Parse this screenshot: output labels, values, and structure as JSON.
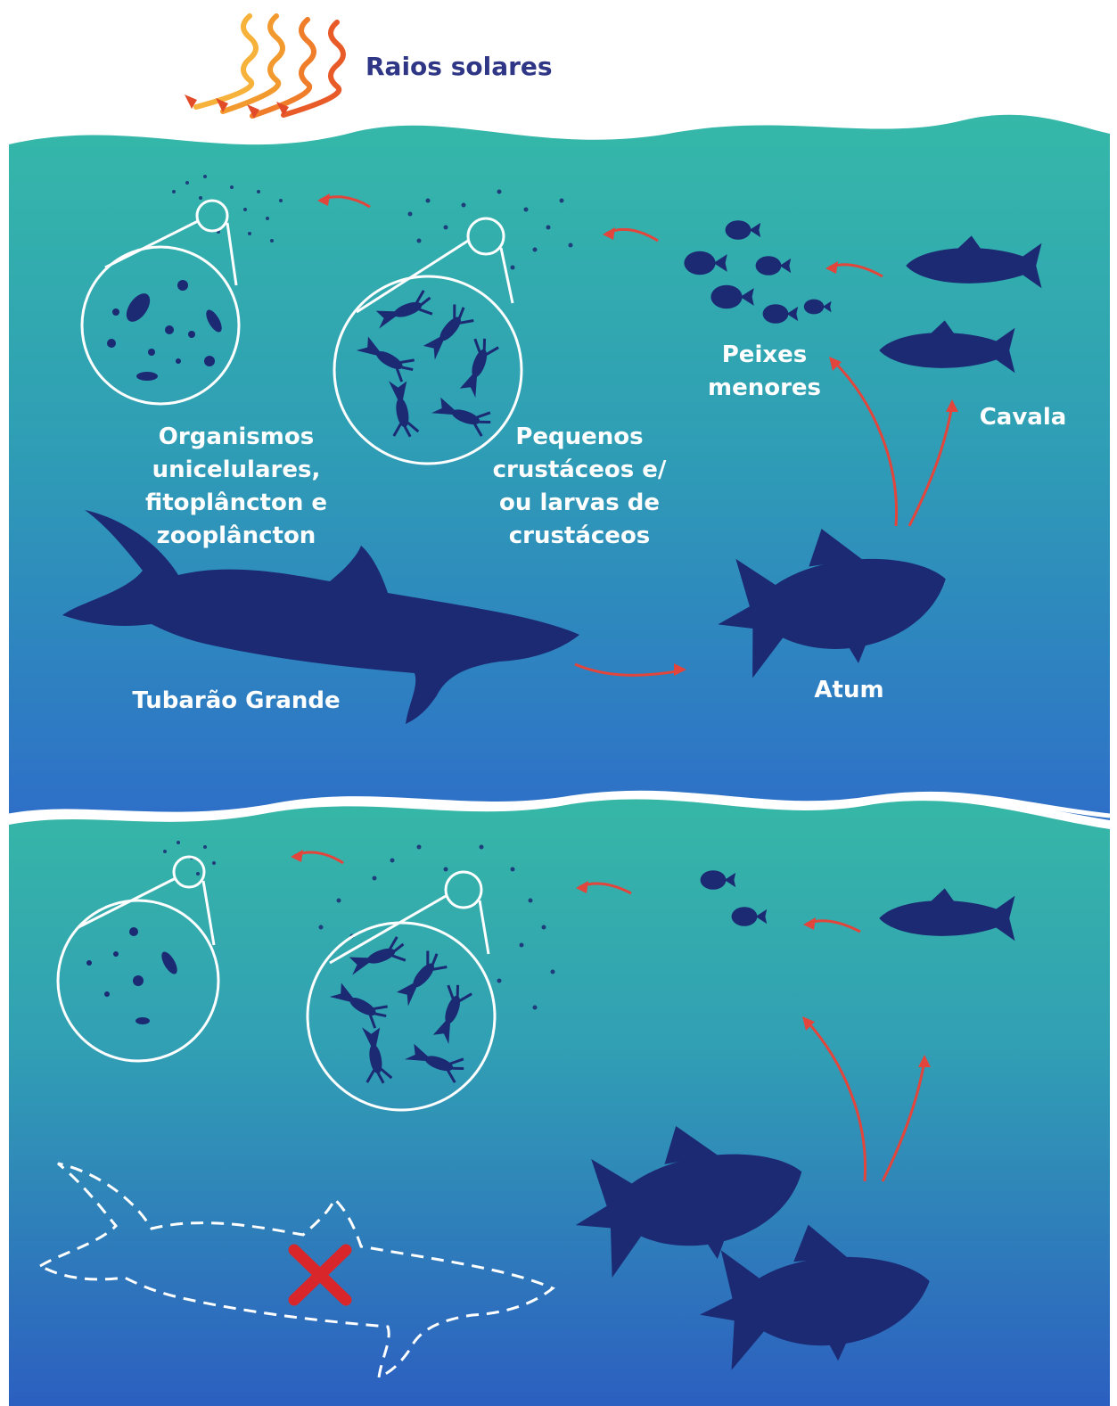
{
  "title": "Raios solares",
  "labels": {
    "organisms": "Organismos\nunicelulares,\nfitoplâncton e\nzooplâncton",
    "crustaceans": "Pequenos\ncrustáceos e/\nou larvas de\ncrustáceos",
    "small_fish": "Peixes\nmenores",
    "mackerel": "Cavala",
    "tuna": "Atum",
    "shark": "Tubarão Grande"
  },
  "colors": {
    "sea_top": "#2db4a4",
    "sea_bottom": "#2e63c4",
    "silhouette": "#1b2a73",
    "arrow": "#e2453b",
    "sun_ray": "#f08a2a",
    "title": "#2e3685",
    "cross": "#d9262b"
  },
  "icons": [
    "sun-rays-icon",
    "plankton-icon",
    "crustacean-icon",
    "fish-icon",
    "mackerel-icon",
    "tuna-icon",
    "shark-icon",
    "shark-outline-icon",
    "cross-icon"
  ]
}
